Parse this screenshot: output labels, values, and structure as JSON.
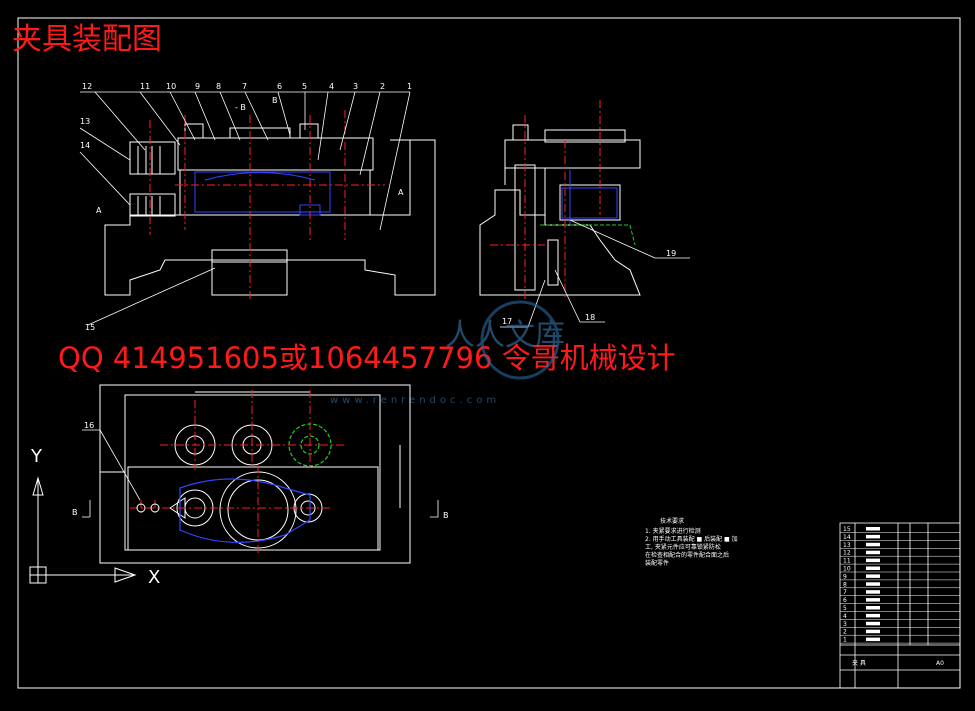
{
  "title": "夹具装配图",
  "banner": "QQ 414951605或1064457796 令哥机械设计",
  "watermark": {
    "text": "人人文库",
    "url": "www.renrendoc.com"
  },
  "front_view": {
    "part_labels": [
      "12",
      "11",
      "10",
      "9",
      "8",
      "7",
      "6",
      "5",
      "4",
      "3",
      "2",
      "1"
    ],
    "side_labels": [
      "13",
      "14"
    ],
    "bottom_label": "15",
    "section_marks": [
      "A",
      "A",
      "B",
      "- B"
    ]
  },
  "side_view": {
    "labels": [
      "19",
      "17",
      "18"
    ]
  },
  "top_view": {
    "label": "16",
    "section_marks": [
      "B",
      "B"
    ]
  },
  "axes": {
    "y": "Y",
    "x": "X"
  },
  "tech_requirements": {
    "heading": "技术要求",
    "lines": [
      "1. 夹紧要求进行检测",
      "2. 用手动工具装配 ■ 后装配 ■ 加",
      "工, 夹紧元件应可靠锁紧防松",
      "在检查相配合的零件配合面之后",
      "装配零件"
    ]
  },
  "title_block": {
    "rows": [
      "15",
      "14",
      "13",
      "12",
      "11",
      "10",
      "9",
      "8",
      "7",
      "6",
      "5",
      "4",
      "3",
      "2",
      "1"
    ],
    "name": "夹 具",
    "size": "A0"
  },
  "colors": {
    "background": "#000000",
    "lines": "#ffffff",
    "center": "#ff2020",
    "hidden": "#3344ff",
    "green": "#22cc22",
    "title": "#ff1a1a"
  }
}
